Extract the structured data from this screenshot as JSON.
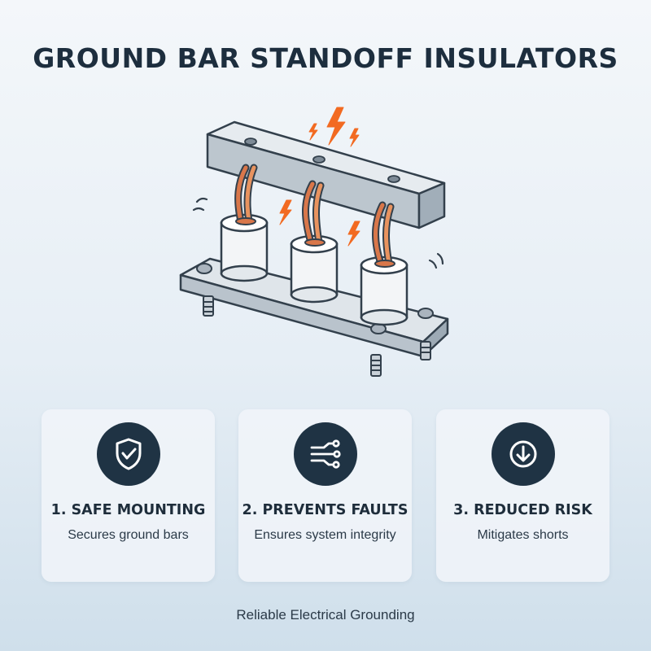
{
  "title": "GROUND BAR STANDOFF INSULATORS",
  "illustration": {
    "subject": "ground-bar-on-standoff-insulators"
  },
  "cards": [
    {
      "icon": "shield-check-icon",
      "title": "1. SAFE MOUNTING",
      "subtitle": "Secures ground bars"
    },
    {
      "icon": "circuit-lines-icon",
      "title": "2. PREVENTS FAULTS",
      "subtitle": "Ensures system integrity"
    },
    {
      "icon": "arrow-down-circle-icon",
      "title": "3. REDUCED RISK",
      "subtitle": "Mitigates shorts"
    }
  ],
  "footer": "Reliable Electrical Grounding",
  "colors": {
    "navy": "#1f3344",
    "copper": "#d9774a",
    "spark": "#f26a21",
    "metal": "#c7d0d8",
    "insulator": "#f3f5f7"
  }
}
